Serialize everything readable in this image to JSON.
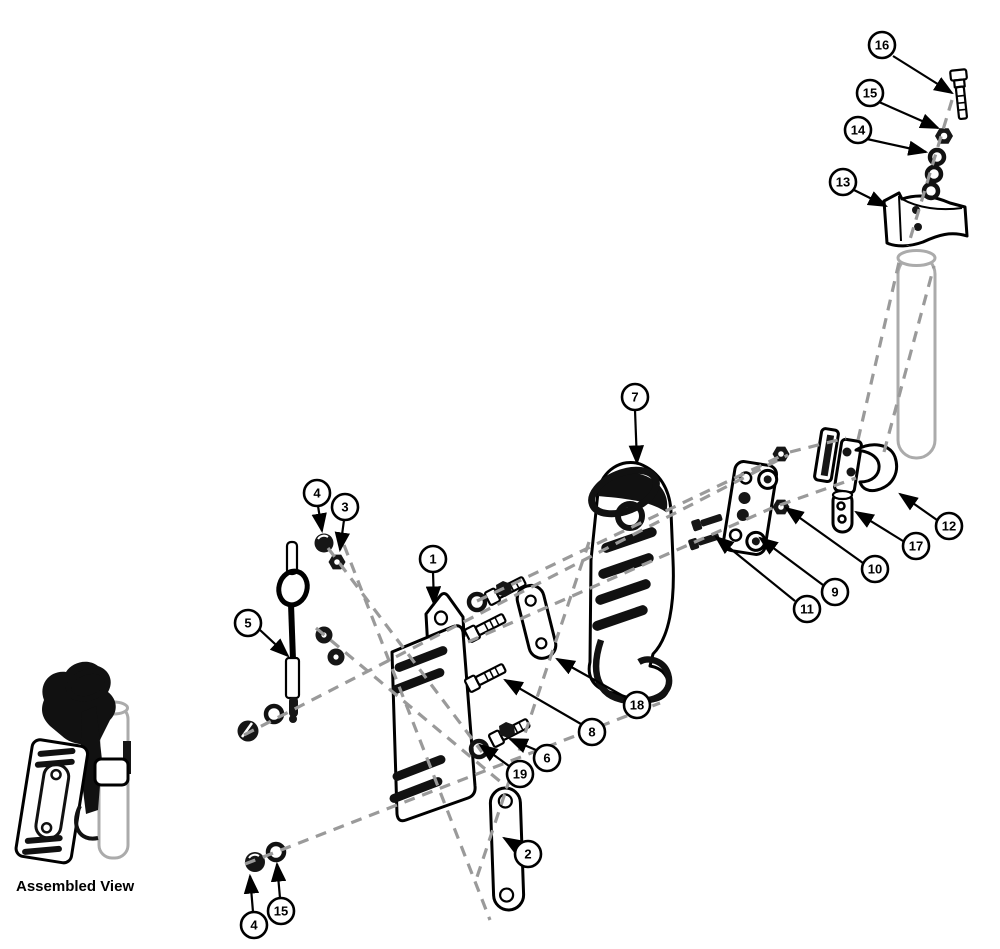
{
  "diagram": {
    "type": "exploded-parts-diagram",
    "assembled_view_label": "Assembled View",
    "colors": {
      "line": "#000000",
      "assembly_axis": "#9a9a9a",
      "tube": "#ababab",
      "hardware_fill": "#161616",
      "background": "#ffffff"
    },
    "callouts": [
      {
        "number": "16"
      },
      {
        "number": "15"
      },
      {
        "number": "14"
      },
      {
        "number": "13"
      },
      {
        "number": "7"
      },
      {
        "number": "1"
      },
      {
        "number": "4"
      },
      {
        "number": "3"
      },
      {
        "number": "5"
      },
      {
        "number": "12"
      },
      {
        "number": "17"
      },
      {
        "number": "10"
      },
      {
        "number": "9"
      },
      {
        "number": "11"
      },
      {
        "number": "18"
      },
      {
        "number": "8"
      },
      {
        "number": "6"
      },
      {
        "number": "19"
      },
      {
        "number": "2"
      },
      {
        "number": "15"
      },
      {
        "number": "4"
      }
    ]
  }
}
